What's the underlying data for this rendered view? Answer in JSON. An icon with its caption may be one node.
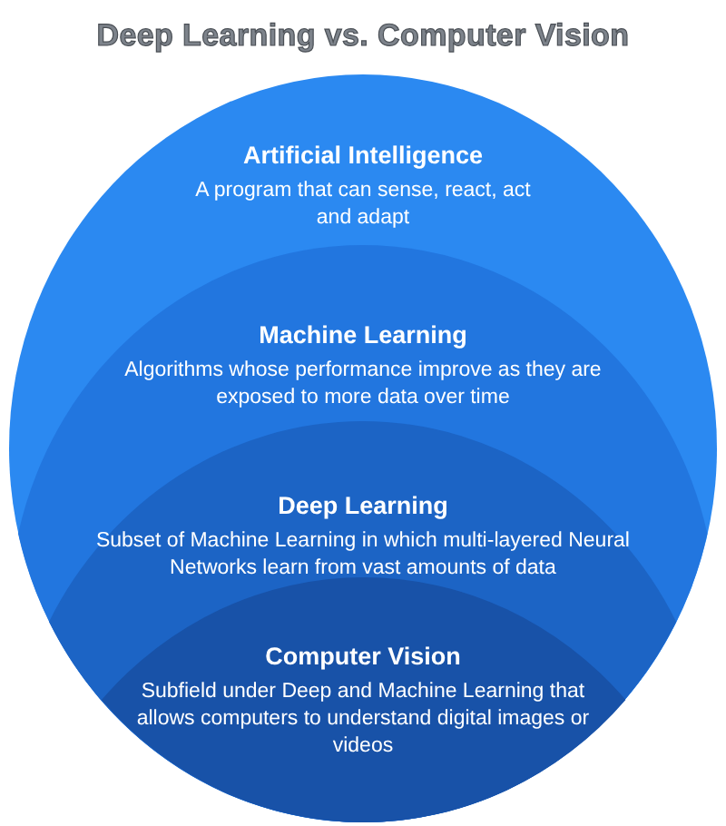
{
  "diagram": {
    "title": "Deep Learning vs. Computer Vision",
    "nodes": [
      {
        "text": [
          "Artificial Intelligence",
          "A program that can sense, react, act and adapt"
        ]
      },
      {
        "text": [
          "Machine Learning",
          "Algorithms whose performance improve as they are exposed to more data over time"
        ],
        "in": 0
      },
      {
        "text": [
          "Deep Learning",
          "Subset of Machine Learning in which multi-layered Neural Networks learn from vast amounts of data"
        ],
        "in": 1
      },
      {
        "text": [
          "Computer Vision",
          "Subfield under Deep and Machine Learning that allows computers to understand digital images or videos"
        ],
        "in": 2
      }
    ]
  }
}
